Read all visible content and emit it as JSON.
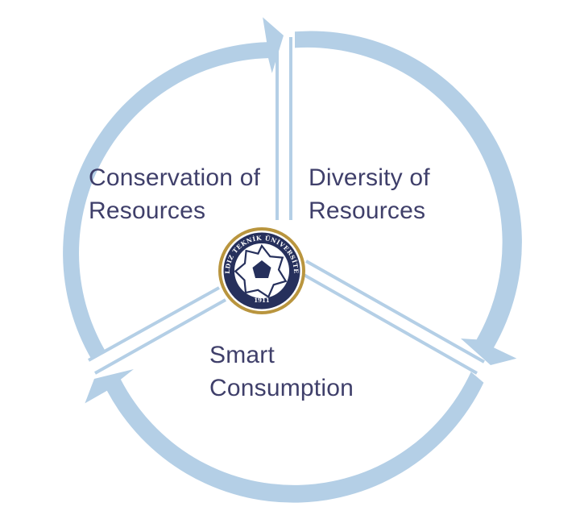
{
  "diagram": {
    "segments": [
      {
        "line1": "Conservation of",
        "line2": "Resources"
      },
      {
        "line1": "Diversity of",
        "line2": "Resources"
      },
      {
        "line1": "Smart",
        "line2": "Consumption"
      }
    ],
    "logo": {
      "name": "YILDIZ TEKNİK ÜNİVERSİTESİ",
      "year": "1911"
    },
    "colors": {
      "arrow": "#b4cfe6",
      "text": "#3f3f6a",
      "logo_navy": "#26305c",
      "logo_gold": "#b9953e"
    }
  }
}
